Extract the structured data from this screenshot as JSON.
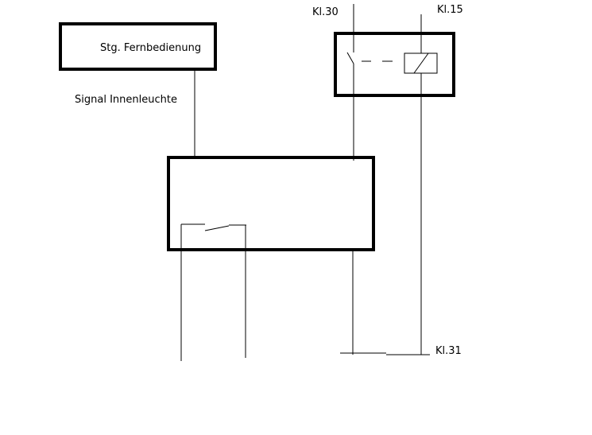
{
  "diagram": {
    "labels": {
      "control_unit": "Stg. Fernbedienung",
      "signal": "Signal Innenleuchte",
      "kl30": "Kl.30",
      "kl15": "Kl.15",
      "kl31": "Kl.31"
    },
    "colors": {
      "line": "#000000",
      "background": "#ffffff"
    }
  }
}
